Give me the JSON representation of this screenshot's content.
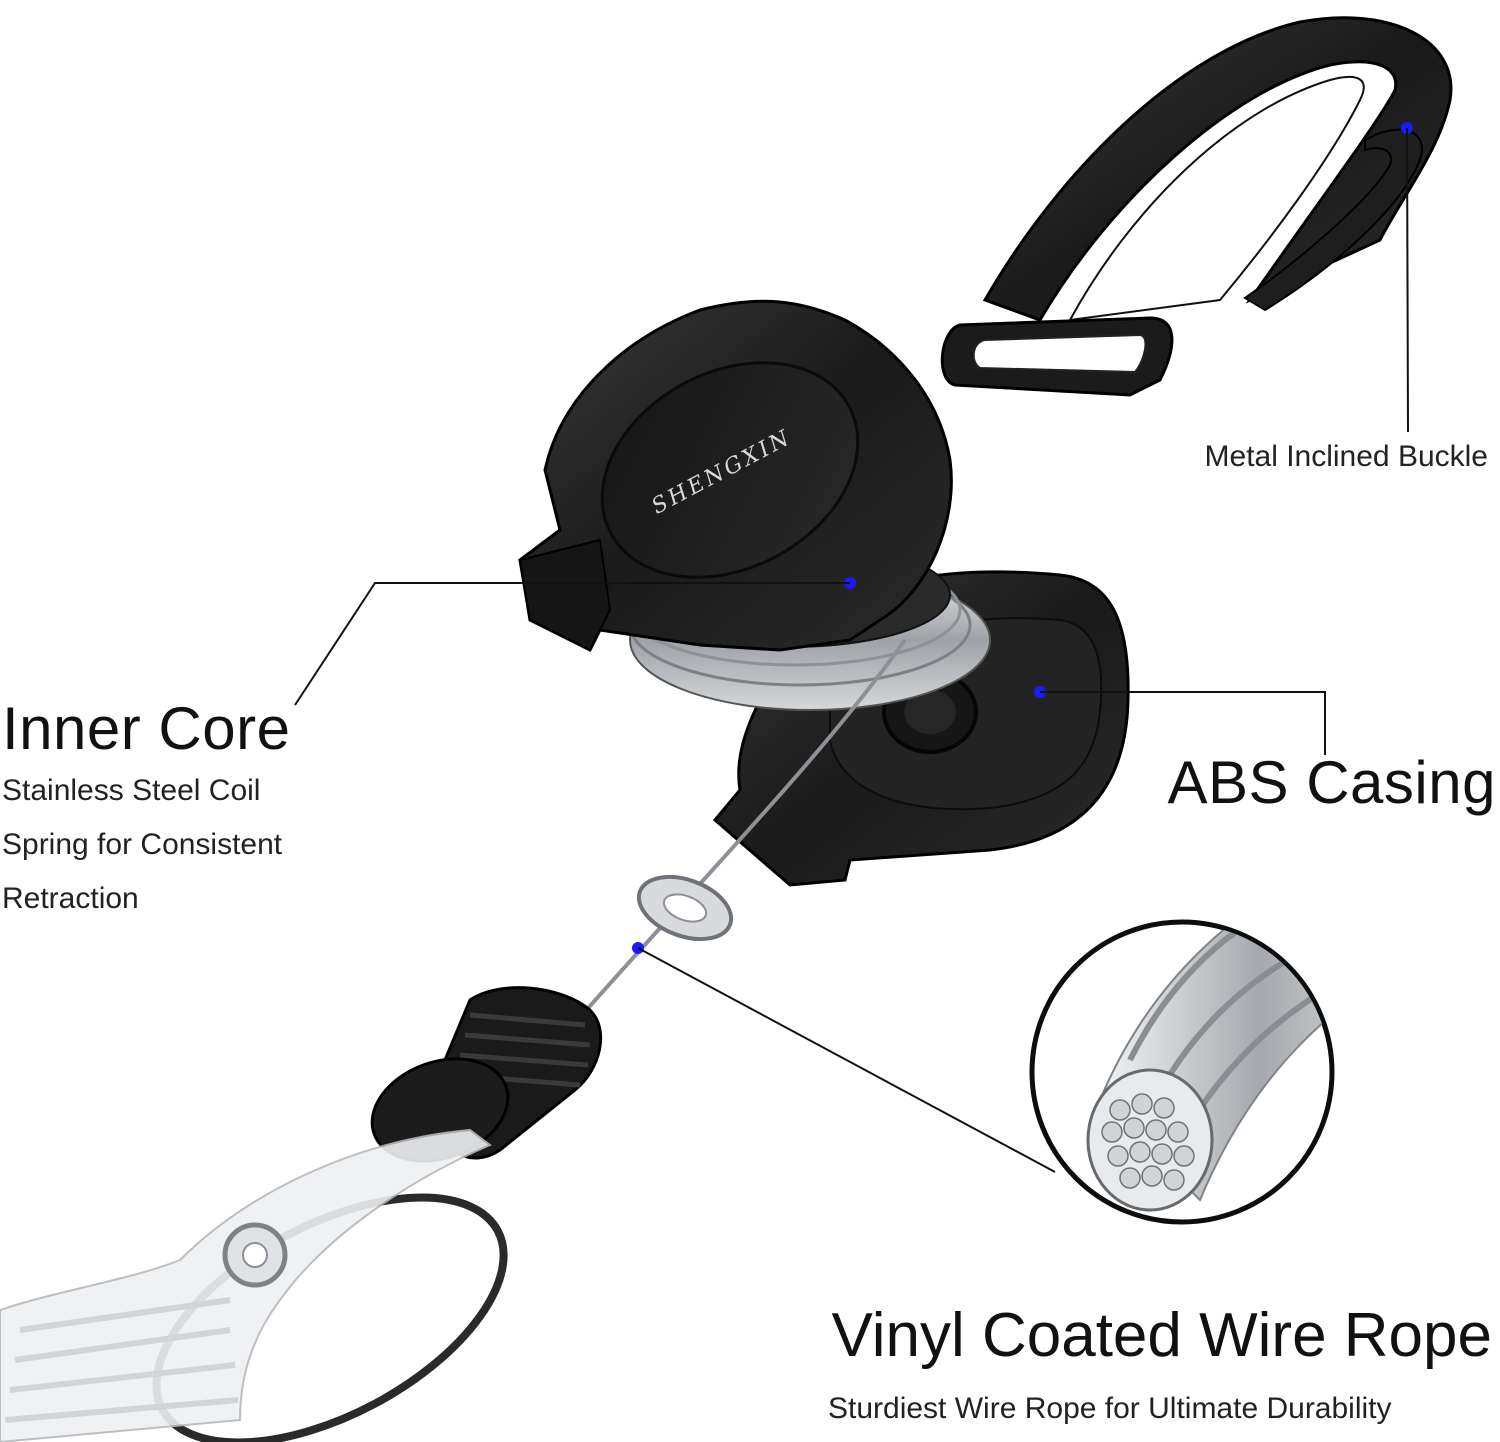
{
  "labels": {
    "inner_core": {
      "title": "Inner Core",
      "lines": [
        "Stainless Steel Coil",
        "Spring for Consistent",
        "Retraction"
      ]
    },
    "abs_casing": {
      "title": "ABS Casing"
    },
    "metal_buckle": {
      "title": "Metal Inclined Buckle"
    },
    "wire_rope": {
      "title": "Vinyl Coated Wire Rope",
      "subtitle": "Sturdiest Wire Rope for Ultimate Durability"
    }
  },
  "brand": {
    "logo_text": "SHENGXIN"
  },
  "colors": {
    "marker": "#1a1aff",
    "leader_line": "#111111",
    "product_black": "#1c1c1c",
    "wire_silver": "#b9bcc0"
  }
}
